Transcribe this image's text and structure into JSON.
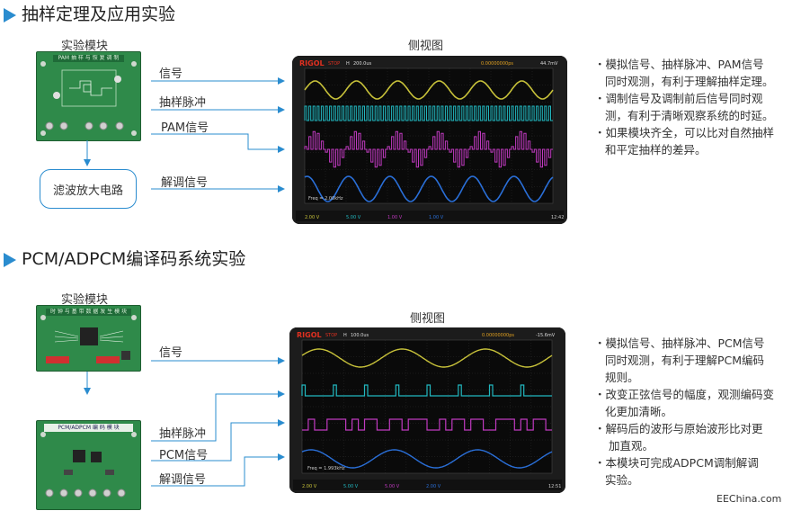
{
  "section1": {
    "title": "抽样定理及应用实验",
    "module_label": "实验模块",
    "board_title": "PAM 抽 样 与 恢 复 调 制",
    "side_view_label": "侧视图",
    "signals": [
      "信号",
      "抽样脉冲",
      "PAM信号",
      "解调信号"
    ],
    "filter_box": "滤波放大电路",
    "scope": {
      "brand": "RIGOL",
      "status": "STOP",
      "timebase": "200.0us",
      "offset": "0.00000000ps",
      "trigger": "44.7mV",
      "channels": [
        "2.00 V",
        "5.00 V",
        "1.00 V",
        "1.00 V"
      ],
      "freq": "Freq = 2.00kHz",
      "time": "12:42"
    },
    "bullets": [
      [
        "・模拟信号、抽样脉冲、PAM信号",
        "同时观测，有利于理解抽样定理。"
      ],
      [
        "・调制信号及调制前后信号同时观",
        "测，有利于清晰观察系统的时延。"
      ],
      [
        "・如果模块齐全，可以比对自然抽样",
        "和平定抽样的差异。"
      ]
    ]
  },
  "section2": {
    "title": "PCM/ADPCM编译码系统实验",
    "module_label": "实验模块",
    "board1_title": "时 钟 与 基 带 数 据 发 生 模 块",
    "board2_title": "PCM/ADPCM 编 码 模 块",
    "side_view_label": "侧视图",
    "signals": [
      "信号",
      "抽样脉冲",
      "PCM信号",
      "解调信号"
    ],
    "scope": {
      "brand": "RIGOL",
      "status": "STOP",
      "timebase": "100.0us",
      "offset": "0.00000000ps",
      "trigger": "-15.6mV",
      "channels": [
        "2.00 V",
        "5.00 V",
        "5.00 V",
        "2.00 V"
      ],
      "freq": "Freq = 1.993kHz",
      "time": "12:51"
    },
    "bullets": [
      [
        "・模拟信号、抽样脉冲、PCM信号",
        "同时观测，有利于理解PCM编码",
        "规则。"
      ],
      [
        "・改变正弦信号的幅度，观测编码变",
        "化更加清晰。"
      ],
      [
        "・解码后的波形与原始波形比对更",
        "加直观。"
      ],
      [
        "・本模块可完成ADPCM调制解调",
        "实验。"
      ]
    ]
  },
  "credit": "EEChina.com",
  "colors": {
    "accent": "#2a8ccf",
    "board": "#2f8a4a",
    "ch1": "#c8c23a",
    "ch2": "#22b8c0",
    "ch3": "#c03ac0",
    "ch4": "#2a6fd8"
  }
}
